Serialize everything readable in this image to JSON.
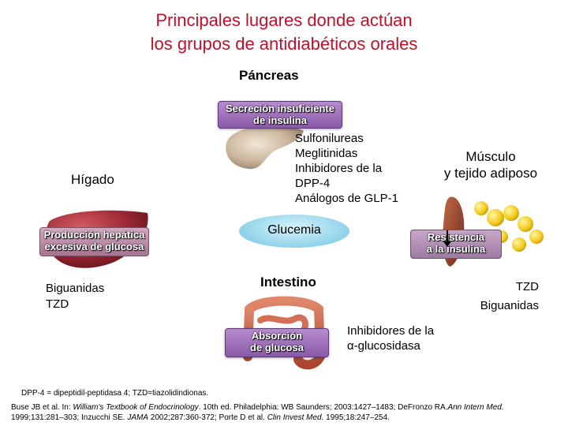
{
  "title": {
    "line1": "Principales lugares donde actúan",
    "line2": "los grupos de antidiabéticos orales"
  },
  "pancreas": {
    "label": "Páncreas",
    "box": [
      "Secreción insuficiente",
      "de insulina"
    ],
    "drugs": [
      "Sulfonilureas",
      "Meglitinidas",
      "Inhibidores de la",
      "DPP-4",
      "Análogos de GLP-1"
    ]
  },
  "liver": {
    "label": "Hígado",
    "box": [
      "Producción hepática",
      "excesiva de glucosa"
    ],
    "drugs": [
      "Biguanidas",
      "TZD"
    ]
  },
  "muscle": {
    "label": [
      "Músculo",
      "y tejido adiposo"
    ],
    "box": [
      "Resistencia",
      "a la insulina"
    ],
    "drugs": [
      "TZD",
      "Biguanidas"
    ]
  },
  "glucose": {
    "label": "Glucemia"
  },
  "intestine": {
    "label": "Intestino",
    "box": [
      "Absorción",
      "de glucosa"
    ],
    "drugs": [
      "Inhibidores de la",
      "α-glucosidasa"
    ]
  },
  "footnotes": {
    "abbrev": "DPP-4 = dipeptidil-peptidasa 4; TZD=tiazolidindionas.",
    "ref1_a": "Buse JB et al. In: ",
    "ref1_b": "William's Textbook of Endocrinology",
    "ref1_c": ". 10th ed. Philadelphia: WB Saunders; 2003:1427–1483; DeFronzo RA.",
    "ref1_d": "Ann Intern Med.",
    "ref2_a": "1999;131:281–303; Inzucchi SE. ",
    "ref2_b": "JAMA",
    "ref2_c": " 2002;287:360-372; Porte D et al. ",
    "ref2_d": "Clin Invest Med.",
    "ref2_e": " 1995;18:247–254."
  },
  "colors": {
    "title": "#c0102a",
    "organ_box": "#8a5aa8",
    "glucose": "#8fd2ea"
  }
}
